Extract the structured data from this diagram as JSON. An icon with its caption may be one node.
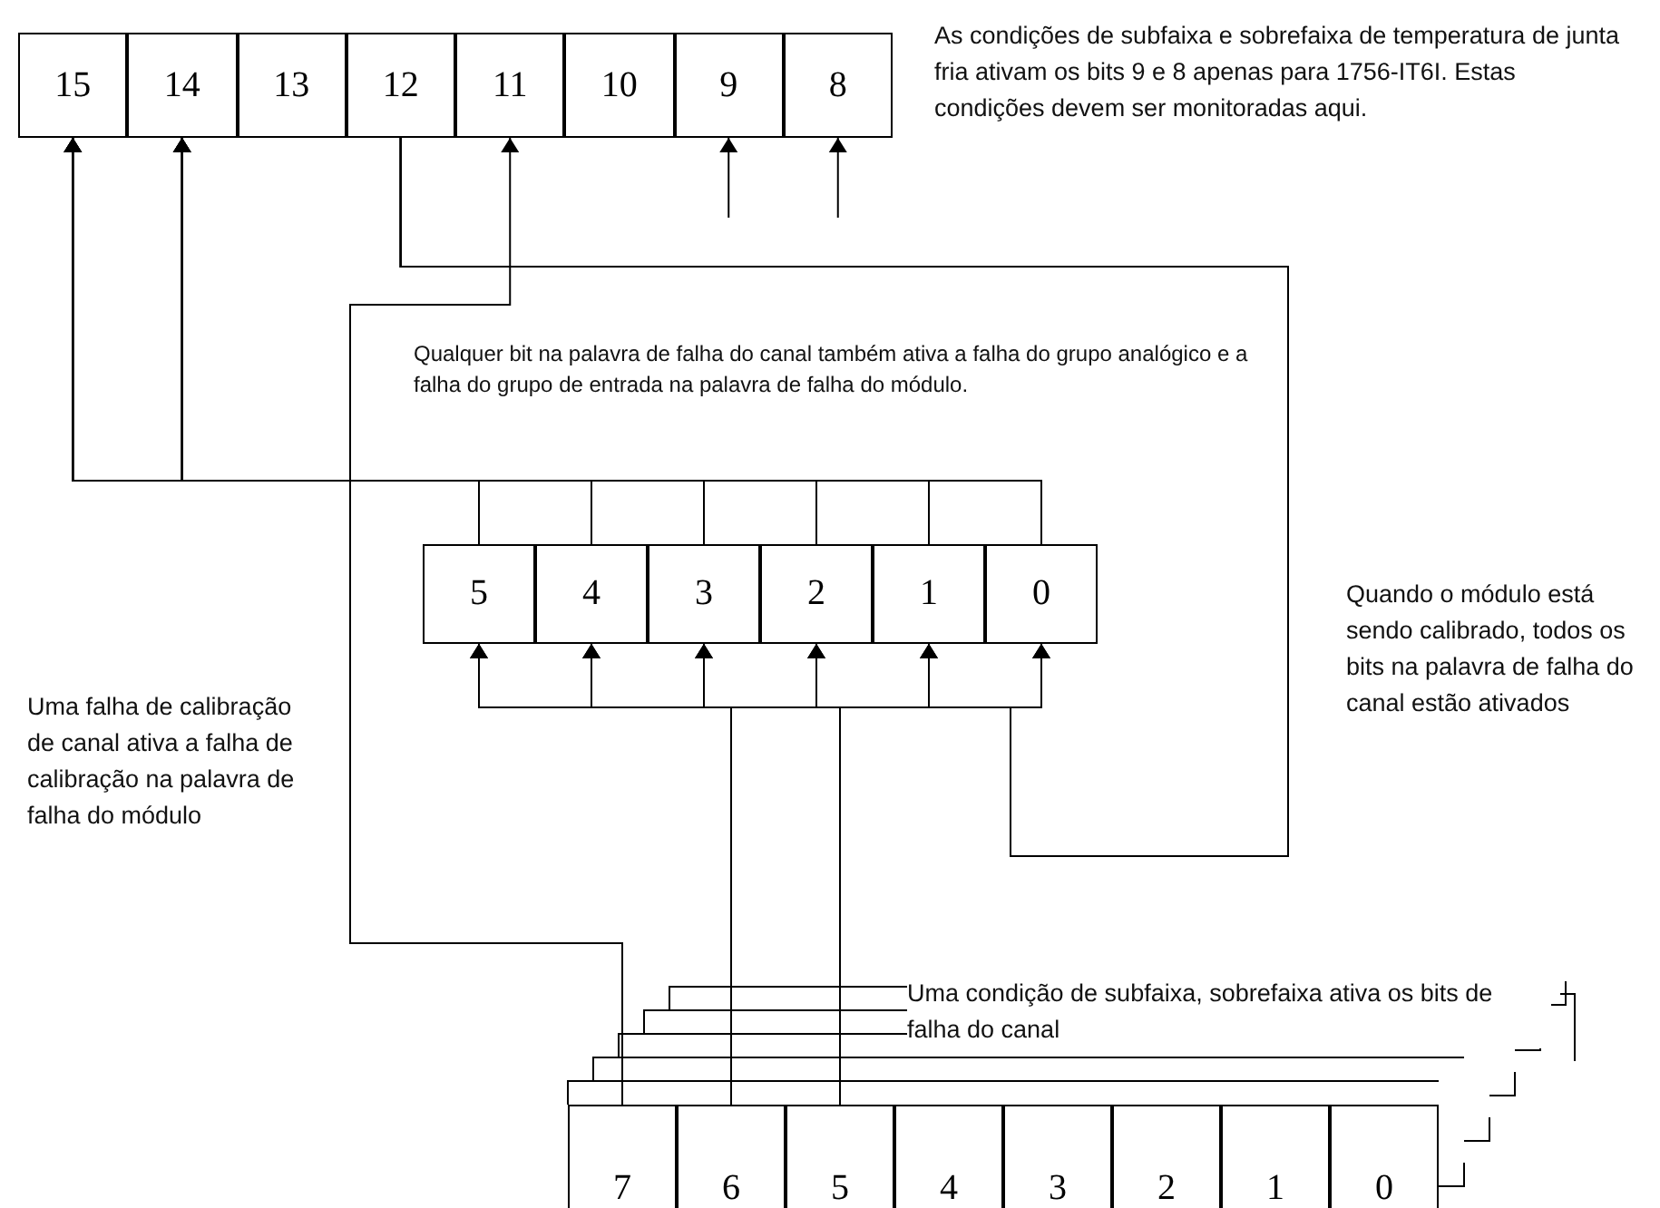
{
  "diagram": {
    "nodes": [
      {
        "text": [
          "15"
        ]
      },
      {
        "text": [
          "14"
        ]
      },
      {
        "text": [
          "13"
        ]
      },
      {
        "text": [
          "12"
        ]
      },
      {
        "text": [
          "11"
        ]
      },
      {
        "text": [
          "10"
        ]
      },
      {
        "text": [
          "9"
        ]
      },
      {
        "text": [
          "8"
        ]
      },
      {
        "text": [
          "5"
        ]
      },
      {
        "text": [
          "4"
        ]
      },
      {
        "text": [
          "3"
        ]
      },
      {
        "text": [
          "2"
        ]
      },
      {
        "text": [
          "1"
        ]
      },
      {
        "text": [
          "0"
        ]
      },
      {
        "text": [
          "7"
        ]
      },
      {
        "text": [
          "6"
        ]
      },
      {
        "text": [
          "5"
        ]
      },
      {
        "text": [
          "4"
        ]
      },
      {
        "text": [
          "3"
        ]
      },
      {
        "text": [
          "2"
        ]
      },
      {
        "text": [
          "1"
        ]
      },
      {
        "text": [
          "0"
        ]
      }
    ],
    "edges": [
      {
        "from": null,
        "to": 6,
        "arrow": "to"
      },
      {
        "from": null,
        "to": 7,
        "arrow": "to"
      },
      {
        "from": 8,
        "to": 0,
        "arrow": "to"
      },
      {
        "from": 8,
        "to": 1,
        "arrow": "to"
      },
      {
        "from": 9,
        "to": 0,
        "arrow": "to"
      },
      {
        "from": 9,
        "to": 1,
        "arrow": "to"
      },
      {
        "from": 10,
        "to": 0,
        "arrow": "to"
      },
      {
        "from": 10,
        "to": 1,
        "arrow": "to"
      },
      {
        "from": 11,
        "to": 0,
        "arrow": "to"
      },
      {
        "from": 11,
        "to": 1,
        "arrow": "to"
      },
      {
        "from": 12,
        "to": 0,
        "arrow": "to"
      },
      {
        "from": 12,
        "to": 1,
        "arrow": "to"
      },
      {
        "from": 13,
        "to": 0,
        "arrow": "to"
      },
      {
        "from": 13,
        "to": 1,
        "arrow": "to"
      },
      {
        "from": 3,
        "to": 8,
        "arrow": "to"
      },
      {
        "from": 3,
        "to": 9,
        "arrow": "to"
      },
      {
        "from": 3,
        "to": 10,
        "arrow": "to"
      },
      {
        "from": 3,
        "to": 11,
        "arrow": "to"
      },
      {
        "from": 3,
        "to": 12,
        "arrow": "to"
      },
      {
        "from": 3,
        "to": 13,
        "arrow": "to"
      },
      {
        "from": 14,
        "to": 4,
        "arrow": "to"
      },
      {
        "from": 15,
        "to": 8,
        "arrow": "to"
      },
      {
        "from": 15,
        "to": 9,
        "arrow": "to"
      },
      {
        "from": 15,
        "to": 10,
        "arrow": "to"
      },
      {
        "from": 15,
        "to": 11,
        "arrow": "to"
      },
      {
        "from": 15,
        "to": 12,
        "arrow": "to"
      },
      {
        "from": 15,
        "to": 13,
        "arrow": "to"
      },
      {
        "from": 16,
        "to": 8,
        "arrow": "to"
      },
      {
        "from": 16,
        "to": 9,
        "arrow": "to"
      },
      {
        "from": 16,
        "to": 10,
        "arrow": "to"
      },
      {
        "from": 16,
        "to": 11,
        "arrow": "to"
      },
      {
        "from": 16,
        "to": 12,
        "arrow": "to"
      },
      {
        "from": 16,
        "to": 13,
        "arrow": "to"
      }
    ],
    "labels": [
      "As condições de subfaixa e sobrefaixa de temperatura de junta fria ativam os bits 9 e 8 apenas para 1756-IT6I. Estas condições devem ser monitoradas aqui.",
      "Qualquer bit na palavra de falha do canal também ativa a falha do grupo analógico e a falha do grupo de entrada na palavra de falha do módulo.",
      "Quando o módulo está sendo calibrado, todos os bits na palavra de falha do canal estão ativados",
      "Uma falha de calibração de canal ativa a falha de calibração na palavra de falha do módulo",
      "Uma condição de subfaixa, sobrefaixa ativa os bits de falha do canal"
    ]
  }
}
